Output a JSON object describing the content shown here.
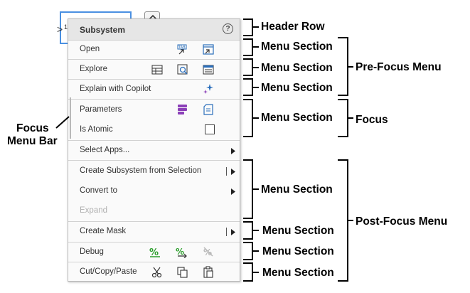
{
  "block": {
    "port_label": ">",
    "port_number": "1"
  },
  "menu": {
    "header": {
      "title": "Subsystem",
      "help_glyph": "?"
    },
    "items": [
      {
        "label": "Open",
        "disabled": false
      },
      {
        "label": "Explore",
        "disabled": false
      },
      {
        "label": "Explain with Copilot",
        "disabled": false
      },
      {
        "label": "Parameters",
        "disabled": false
      },
      {
        "label": "Is Atomic",
        "disabled": false,
        "checked": false
      },
      {
        "label": "Select Apps...",
        "disabled": false
      },
      {
        "label": "Create Subsystem from Selection",
        "disabled": false
      },
      {
        "label": "Convert to",
        "disabled": false
      },
      {
        "label": "Expand",
        "disabled": true
      },
      {
        "label": "Create Mask",
        "disabled": false
      },
      {
        "label": "Debug",
        "disabled": false
      },
      {
        "label": "Cut/Copy/Paste",
        "disabled": false
      }
    ],
    "icons": {
      "open": [
        "tab-open-icon",
        "open-in-window-icon"
      ],
      "explore": [
        "model-data-editor-icon",
        "model-explorer-icon",
        "property-inspector-icon"
      ],
      "copilot": "sparkle-icon",
      "parameters": [
        "parameters-icon",
        "edit-document-icon"
      ],
      "debug": [
        "add-breakpoint-icon",
        "step-breakpoint-icon",
        "clear-breakpoints-icon"
      ],
      "clipboard": [
        "cut-icon",
        "copy-icon",
        "paste-icon"
      ]
    },
    "colors": {
      "accent_green": "#2d9e2d",
      "accent_purple": "#8b3fb8",
      "accent_blue": "#2a6ebb"
    }
  },
  "annotations": {
    "header_row": "Header Row",
    "menu_section": "Menu Section",
    "pre_focus_menu": "Pre-Focus Menu",
    "focus": "Focus",
    "focus_menu_bar_line1": "Focus",
    "focus_menu_bar_line2": "Menu Bar",
    "post_focus_menu": "Post-Focus Menu"
  }
}
